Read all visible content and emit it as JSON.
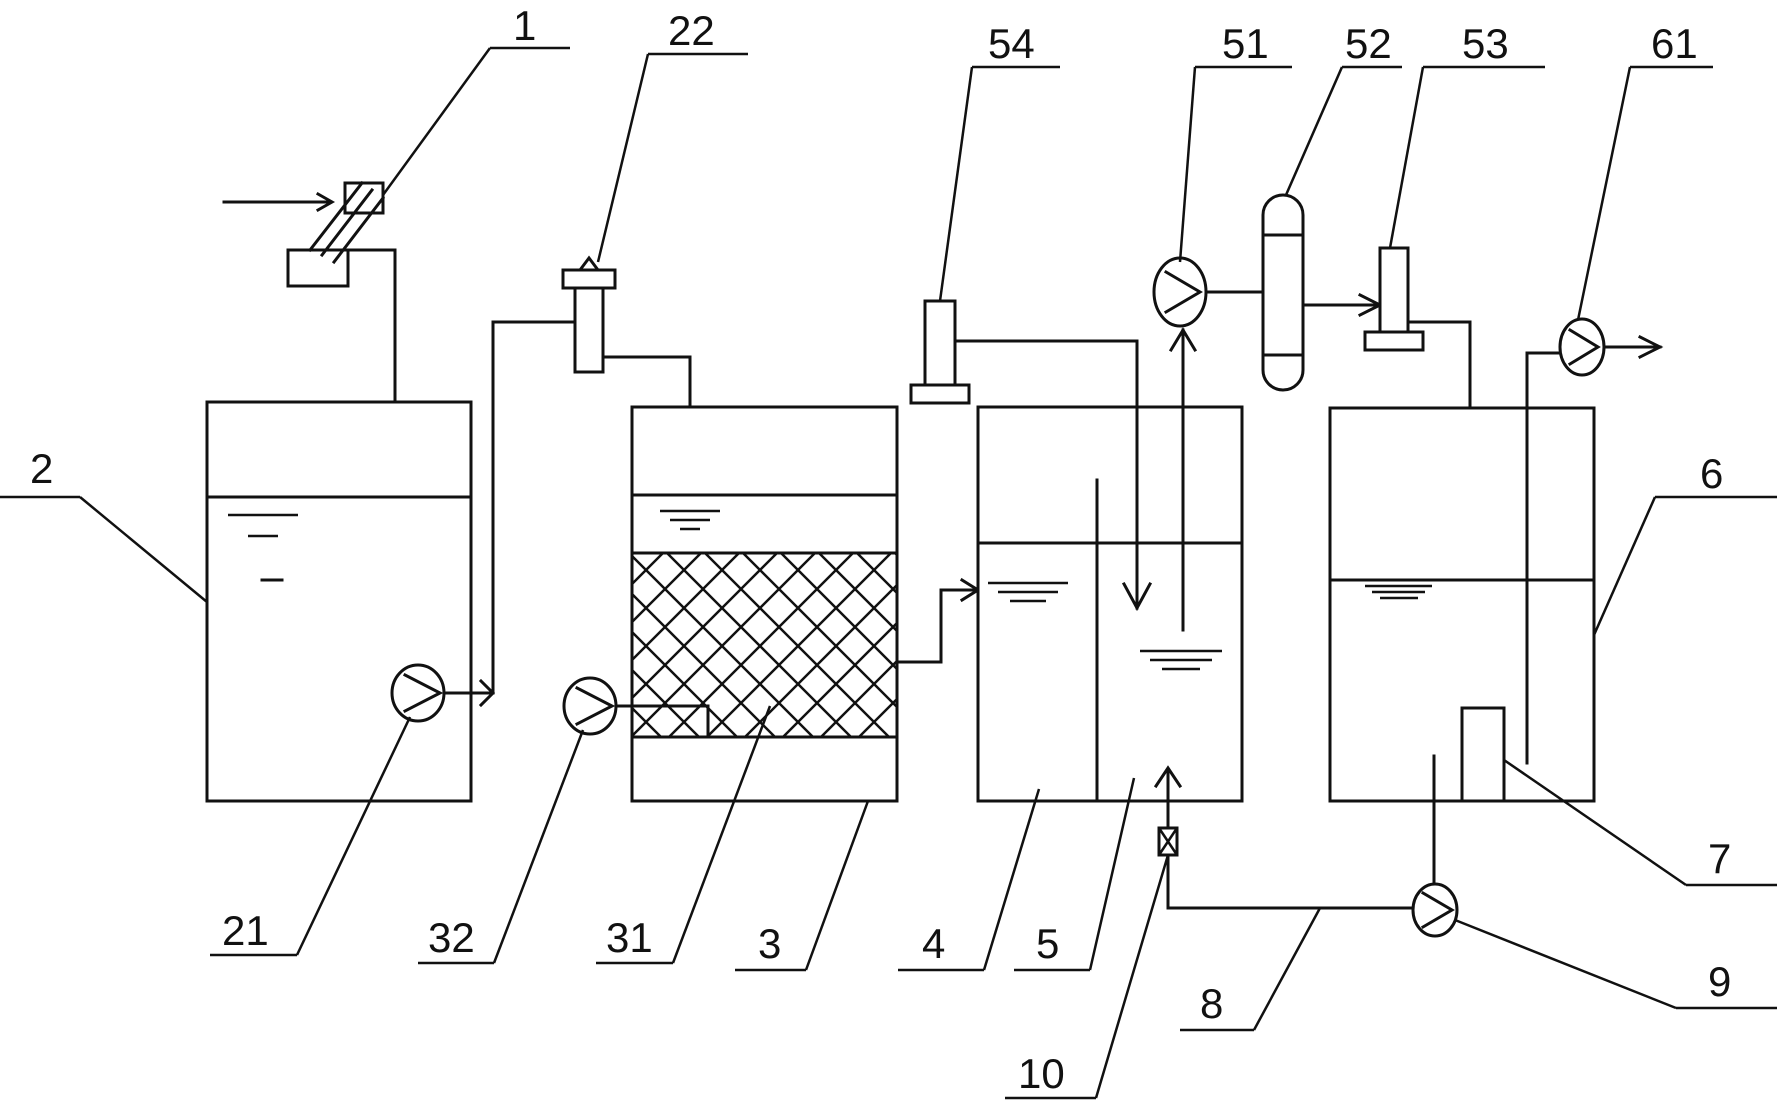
{
  "diagram": {
    "labels": {
      "l1": "1",
      "l2": "2",
      "l3": "3",
      "l4": "4",
      "l5": "5",
      "l6": "6",
      "l7": "7",
      "l8": "8",
      "l9": "9",
      "l10": "10",
      "l21": "21",
      "l22": "22",
      "l31": "31",
      "l32": "32",
      "l51": "51",
      "l52": "52",
      "l53": "53",
      "l54": "54",
      "l61": "61"
    }
  }
}
